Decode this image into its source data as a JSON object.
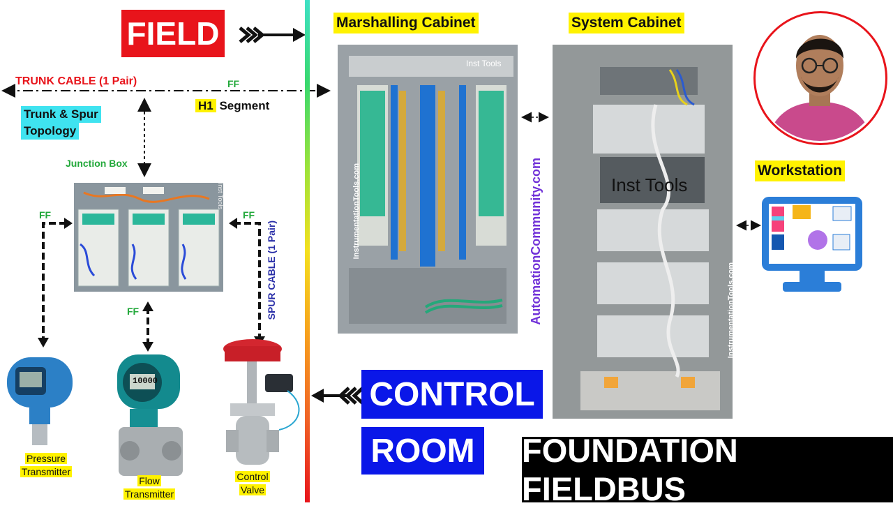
{
  "field": {
    "label": "FIELD"
  },
  "trunk": {
    "cable_label": "TRUNK CABLE (1 Pair)",
    "ff": "FF",
    "h1": "H1",
    "segment": "Segment"
  },
  "topology": {
    "line1": "Trunk & Spur",
    "line2": "Topology"
  },
  "junction_box": {
    "label": "Junction Box",
    "watermark": "Inst Tools"
  },
  "ff_labels": {
    "left": "FF",
    "right": "FF",
    "bottom": "FF"
  },
  "spur": {
    "label": "SPUR CABLE (1 Pair)"
  },
  "instruments": {
    "pressure": {
      "line1": "Pressure",
      "line2": "Transmitter"
    },
    "flow": {
      "line1": "Flow",
      "line2": "Transmitter",
      "display": "10000"
    },
    "valve": {
      "line1": "Control",
      "line2": "Valve"
    }
  },
  "marshalling": {
    "title": "Marshalling Cabinet",
    "watermark": "Inst Tools",
    "url": "InstrumentationTools.com"
  },
  "system": {
    "title": "System Cabinet",
    "watermark": "Inst Tools",
    "url": "InstrumentationTools.com"
  },
  "automation_url": "AutomationCommunity.com",
  "workstation": {
    "label": "Workstation"
  },
  "control_room": {
    "line1": "CONTROL",
    "line2": "ROOM"
  },
  "banner": {
    "title": "FOUNDATION FIELDBUS"
  },
  "colors": {
    "red": "#e8141b",
    "blue": "#0a17e8",
    "yellow": "#fff200",
    "cyan": "#3fe3f0",
    "green": "#22a83a"
  }
}
